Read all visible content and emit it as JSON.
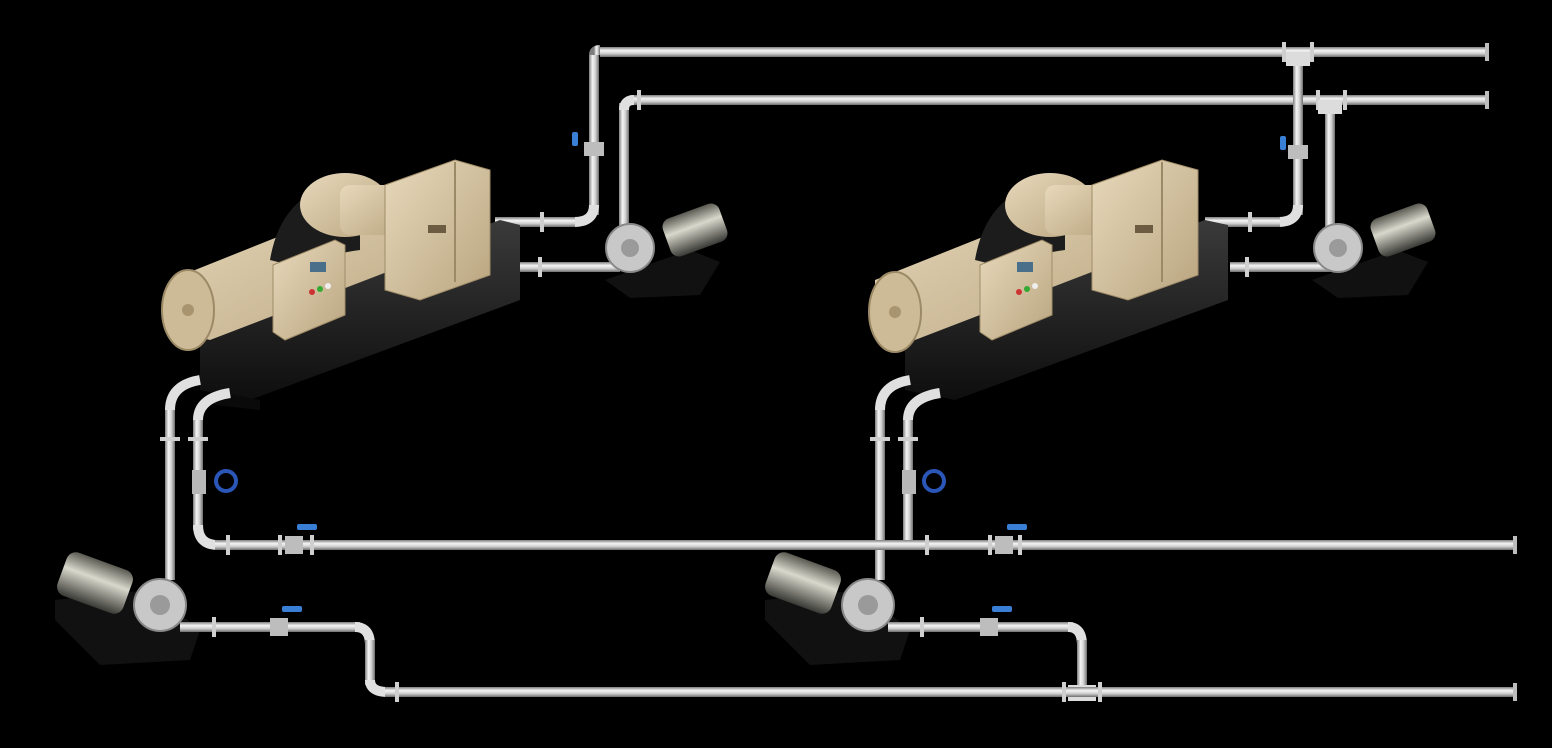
{
  "scene": {
    "background": "#000000",
    "colors": {
      "pipe_light": "#f2f2f2",
      "pipe_mid": "#c9c9c9",
      "pipe_dark": "#8a8a8a",
      "chiller_beige": "#d8c6a6",
      "chiller_beige_dark": "#b9a57f",
      "shell_black": "#1c1c1c",
      "insulation_black": "#141414",
      "pump_base": "#111111",
      "valve_handle_blue": "#3a7fd6",
      "gate_wheel_blue": "#2a56b8"
    },
    "units": [
      {
        "id": "left-system",
        "components": [
          "chiller",
          "condenser-pump",
          "evaporator-pump",
          "gate-valve",
          "ball-valves"
        ]
      },
      {
        "id": "right-system",
        "components": [
          "chiller",
          "condenser-pump",
          "evaporator-pump",
          "gate-valve",
          "ball-valves"
        ]
      }
    ]
  }
}
